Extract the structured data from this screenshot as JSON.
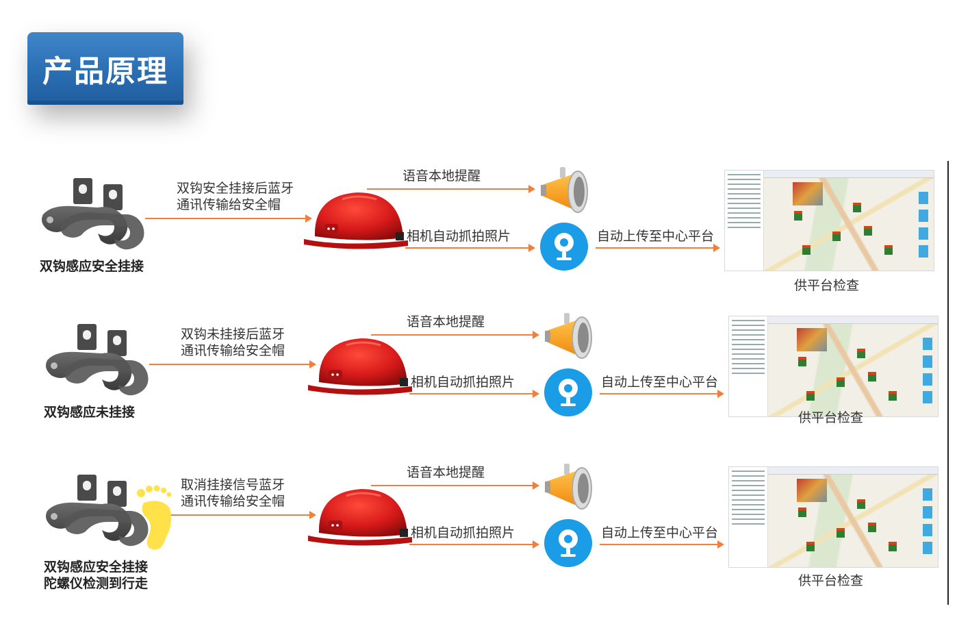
{
  "header": {
    "title": "产品原理"
  },
  "rows": [
    {
      "source_label": "双钩感应安全挂接",
      "transmit_label": "双钩安全挂接后蓝牙\n通讯传输给安全帽",
      "voice_label": "语音本地提醒",
      "camera_label": "相机自动抓拍照片",
      "upload_label": "自动上传至中心平台",
      "platform_label": "供平台检查"
    },
    {
      "source_label": "双钩感应未挂接",
      "transmit_label": "双钩未挂接后蓝牙\n通讯传输给安全帽",
      "voice_label": "语音本地提醒",
      "camera_label": "相机自动抓拍照片",
      "upload_label": "自动上传至中心平台",
      "platform_label": "供平台检查"
    },
    {
      "source_label": "双钩感应安全挂接\n陀螺仪检测到行走",
      "transmit_label": "取消挂接信号蓝牙\n通讯传输给安全帽",
      "voice_label": "语音本地提醒",
      "camera_label": "相机自动抓拍照片",
      "upload_label": "自动上传至中心平台",
      "platform_label": "供平台检查"
    }
  ],
  "colors": {
    "arrow": "#ef7f3c",
    "badge": "#2a6eb3",
    "camera": "#1a9ce6",
    "helmet": "#d71a1a"
  },
  "icons": [
    "double-hook-icon",
    "safety-helmet-icon",
    "megaphone-icon",
    "camera-icon",
    "platform-screenshot",
    "footprint-icon"
  ]
}
